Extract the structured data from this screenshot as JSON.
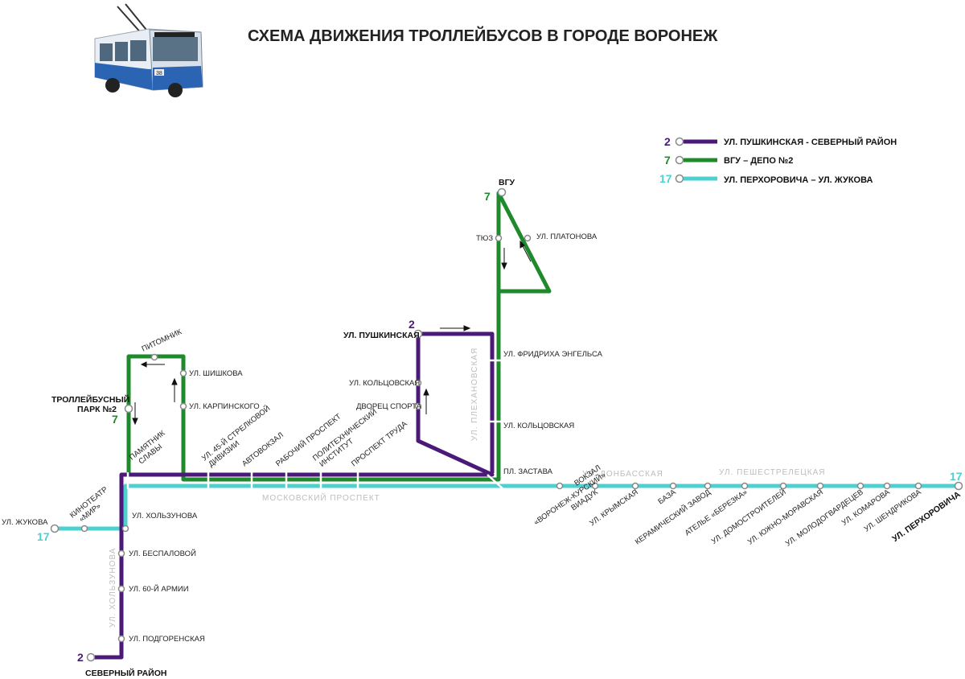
{
  "title": "СХЕМА ДВИЖЕНИЯ ТРОЛЛЕЙБУСОВ В ГОРОДЕ ВОРОНЕЖ",
  "colors": {
    "route2": "#4b1a78",
    "route7": "#1e8a2c",
    "route17": "#4ecfd0"
  },
  "legend": [
    {
      "number": "2",
      "text": "УЛ. ПУШКИНСКАЯ - СЕВЕРНЫЙ РАЙОН"
    },
    {
      "number": "7",
      "text": "ВГУ – ДЕПО №2"
    },
    {
      "number": "17",
      "text": "УЛ. ПЕРХОРОВИЧА – УЛ. ЖУКОВА"
    }
  ],
  "route_numbers": {
    "r2": "2",
    "r7": "7",
    "r17": "17"
  },
  "streets": {
    "moskovsky": "МОСКОВСКИЙ ПРОСПЕКТ",
    "donbasskaya": "УЛ. ДОНБАССКАЯ",
    "pesh": "УЛ. ПЕШЕСТРЕЛЕЦКАЯ",
    "plekhanovskaya": "УЛ. ПЛЕХАНОВСКАЯ",
    "kholzunova": "УЛ. ХОЛЬЗУНОВА"
  },
  "stops": {
    "vgu": "ВГУ",
    "tyuz": "ТЮЗ",
    "platonova": "УЛ. ПЛАТОНОВА",
    "pushkinskaya": "УЛ. ПУШКИНСКАЯ",
    "engelsa": "УЛ. ФРИДРИХА ЭНГЕЛЬСА",
    "koltsovskaya_l": "УЛ. КОЛЬЦОВСКАЯ",
    "dvorets": "ДВОРЕЦ СПОРТА",
    "koltsovskaya_r": "УЛ. КОЛЬЦОВСКАЯ",
    "zastava": "ПЛ. ЗАСТАВА",
    "pitomnik": "ПИТОМНИК",
    "shishkova": "УЛ. ШИШКОВА",
    "karpinskogo": "УЛ. КАРПИНСКОГО",
    "depot_line1": "ТРОЛЛЕЙБУСНЫЙ",
    "depot_line2": "ПАРК №2",
    "pamyatnik_line1": "ПАМЯТНИК",
    "pamyatnik_line2": "СЛАВЫ",
    "divizii_line1": "УЛ. 45-Й СТРЕЛКОВОЙ",
    "divizii_line2": "ДИВИЗИИ",
    "avtovokzal": "АВТОВОКЗАЛ",
    "rabochy": "РАБОЧИЙ ПРОСПЕКТ",
    "politekh_line1": "ПОЛИТЕХНИЧЕСКИЙ",
    "politekh_line2": "ИНСТИТУТ",
    "truda": "ПРОСПЕКТ ТРУДА",
    "kino_line1": "КИНОТЕАТР",
    "kino_line2": "«МИР»",
    "zhukova": "УЛ. ЖУКОВА",
    "kholzunova": "УЛ. ХОЛЬЗУНОВА",
    "bespalovoy": "УЛ. БЕСПАЛОВОЙ",
    "armii": "УЛ. 60-Й АРМИИ",
    "podgorenskaya": "УЛ. ПОДГОРЕНСКАЯ",
    "severny": "СЕВЕРНЫЙ РАЙОН",
    "vokzal_line1": "ВОКЗАЛ",
    "vokzal_line2": "«ВОРОНЕЖ-КУРСКИЙ»",
    "viaduk": "ВИАДУК",
    "krymskaya": "УЛ. КРЫМСКАЯ",
    "baza": "БАЗА",
    "keramichesky": "КЕРАМИЧЕСКИЙ ЗАВОД",
    "atele": "АТЕЛЬЕ «БЕРЕЗКА»",
    "domostroiteley": "УЛ. ДОМОСТРОИТЕЛЕЙ",
    "yuzhno": "УЛ. ЮЖНО-МОРАВСКАЯ",
    "molodogvardeytsev": "УЛ. МОЛОДОГВАРДЕЦЕВ",
    "komarova": "УЛ. КОМАРОВА",
    "shendrikova": "УЛ. ШЕНДРИКОВА",
    "perkhorovicha": "УЛ. ПЕРХОРОВИЧА"
  },
  "bus_image": {
    "route_sign": "38"
  }
}
